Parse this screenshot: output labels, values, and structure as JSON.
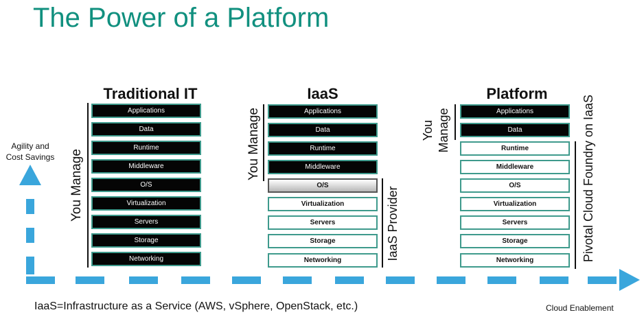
{
  "title": "The Power of a Platform",
  "columns": [
    {
      "title": "Traditional IT",
      "managed_label": "You Manage",
      "layers": [
        "Applications",
        "Data",
        "Runtime",
        "Middleware",
        "O/S",
        "Virtualization",
        "Servers",
        "Storage",
        "Networking"
      ]
    },
    {
      "title": "IaaS",
      "managed_label": "You Manage",
      "provider_label": "IaaS Provider",
      "layers": [
        "Applications",
        "Data",
        "Runtime",
        "Middleware",
        "O/S",
        "Virtualization",
        "Servers",
        "Storage",
        "Networking"
      ]
    },
    {
      "title": "Platform",
      "managed_label_line1": "You",
      "managed_label_line2": "Manage",
      "provider_label": "Pivotal Cloud Foundry on IaaS",
      "layers": [
        "Applications",
        "Data",
        "Runtime",
        "Middleware",
        "O/S",
        "Virtualization",
        "Servers",
        "Storage",
        "Networking"
      ]
    }
  ],
  "y_axis_label_line1": "Agility and",
  "y_axis_label_line2": "Cost Savings",
  "x_axis_label": "Cloud Enablement",
  "footnote": "IaaS=Infrastructure as a Service (AWS, vSphere, OpenStack, etc.)",
  "colors": {
    "title": "#11907f",
    "box_border": "#3e9a8c",
    "arrow": "#3aa6dc"
  }
}
